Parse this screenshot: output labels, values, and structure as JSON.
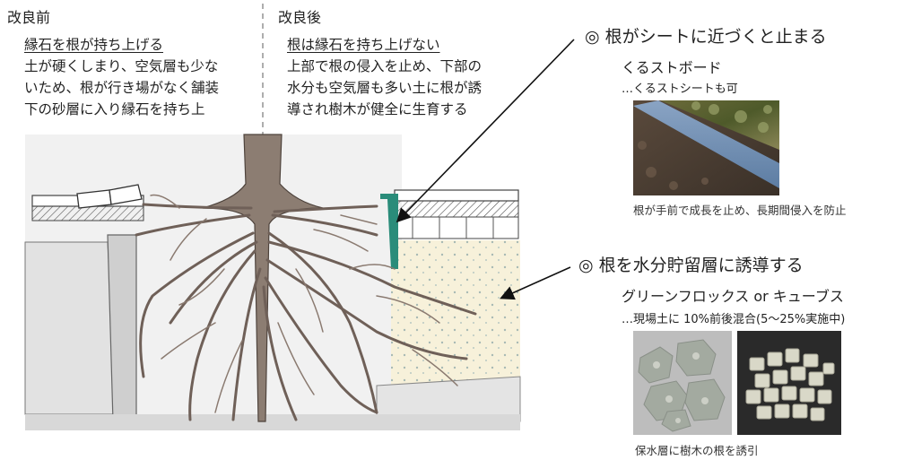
{
  "before": {
    "heading": "改良前",
    "subheading": "縁石を根が持ち上げる",
    "lines": [
      "土が硬くしまり、空気層も少な",
      "いため、根が行き場がなく舗装",
      "下の砂層に入り縁石を持ち上"
    ]
  },
  "after": {
    "heading": "改良後",
    "subheading": "根は縁石を持ち上げない",
    "lines": [
      "上部で根の侵入を止め、下部の",
      "水分も空気層も多い土に根が誘",
      "導され樹木が健全に生育する"
    ]
  },
  "point1": {
    "title": "◎ 根がシートに近づくと止まる",
    "product": "くるストボード",
    "note": "…くるストシートも可",
    "caption": "根が手前で成長を止め、長期間侵入を防止"
  },
  "point2": {
    "title": "◎ 根を水分貯留層に誘導する",
    "product": "グリーンフロックス or キューブス",
    "note": "…現場土に 10%前後混合(5～25%実施中)",
    "caption": "保水層に樹木の根を誘引"
  },
  "colors": {
    "board": "#2a8c7a",
    "root": "#7a6a60",
    "soil_left": "#e7e7e7",
    "soil_right": "#f6f0d8"
  }
}
